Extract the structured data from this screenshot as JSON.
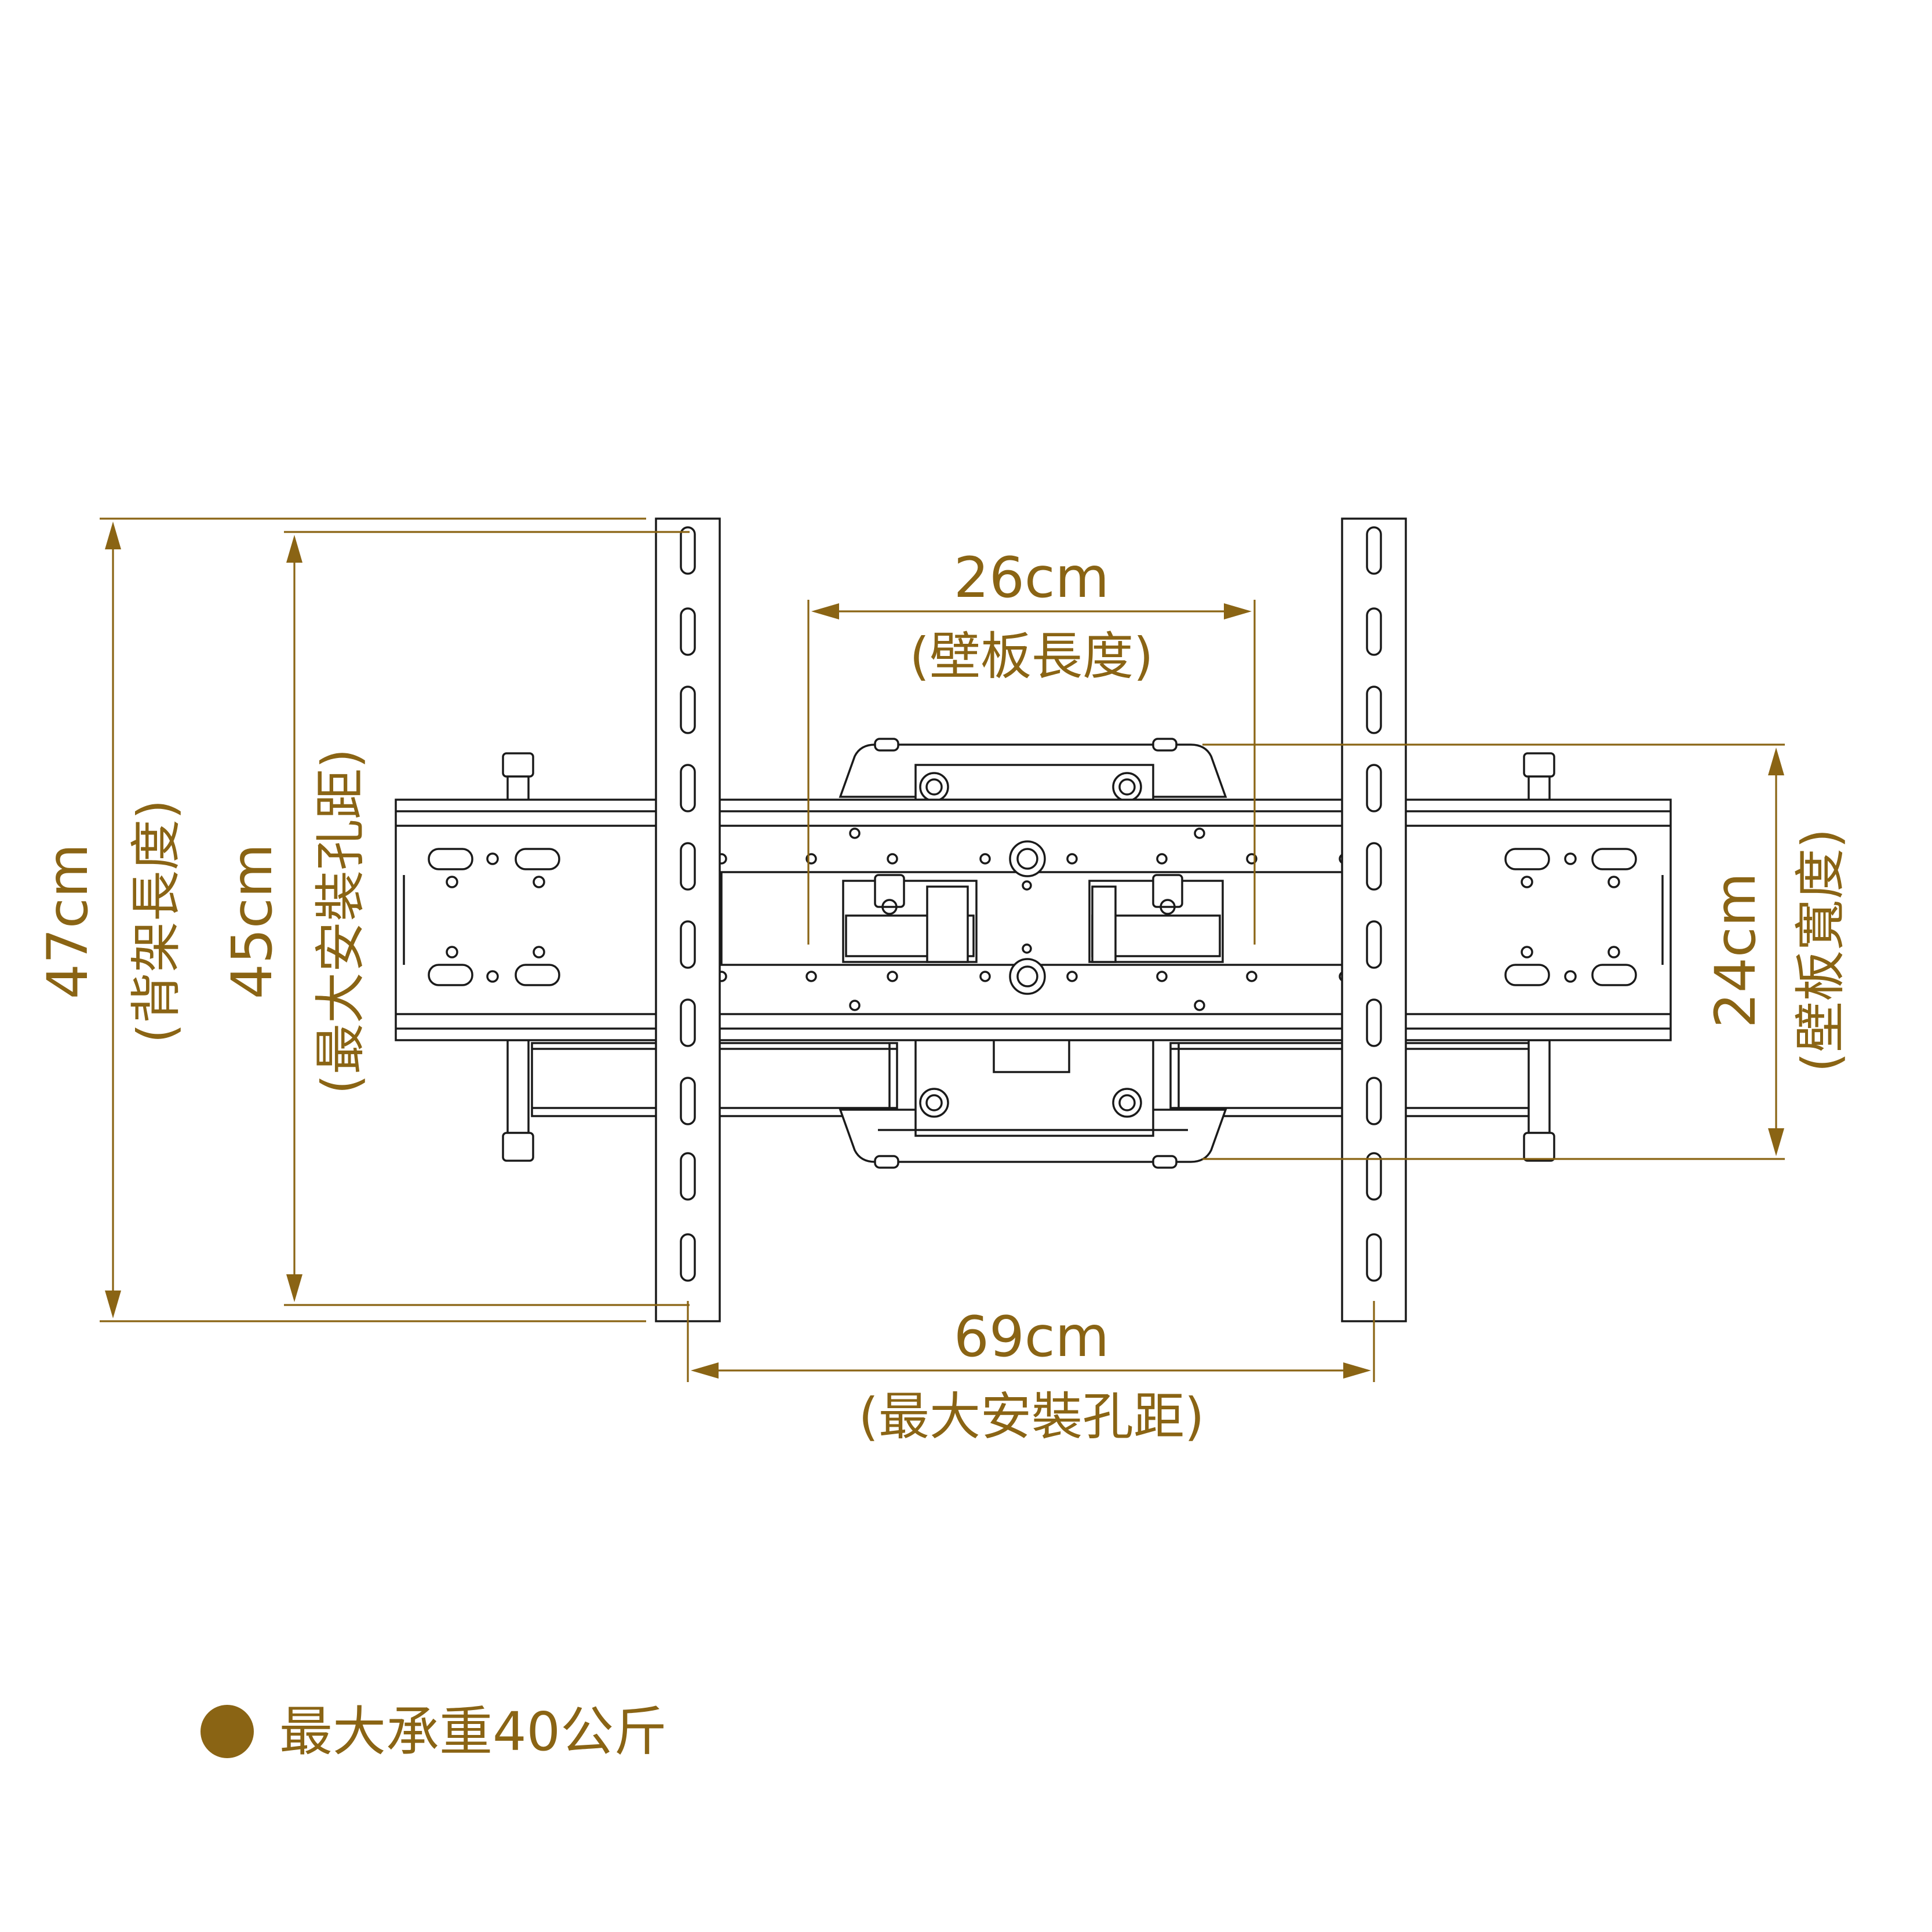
{
  "colors": {
    "dimension": "#8a6414",
    "drawing": "#1a1a1a",
    "background": "#ffffff"
  },
  "dimensions": {
    "back_frame_length": {
      "value": "47cm",
      "label": "(背架長度)"
    },
    "max_hole_vertical": {
      "value": "45cm",
      "label": "(最大安裝孔距)"
    },
    "wall_plate_length": {
      "value": "26cm",
      "label": "(壁板長度)"
    },
    "wall_plate_width": {
      "value": "24cm",
      "label": "(壁板寬度)"
    },
    "max_hole_horizontal": {
      "value": "69cm",
      "label": "(最大安裝孔距)"
    }
  },
  "note": {
    "bullet_icon": "filled-circle",
    "text": "最大承重40公斤"
  }
}
